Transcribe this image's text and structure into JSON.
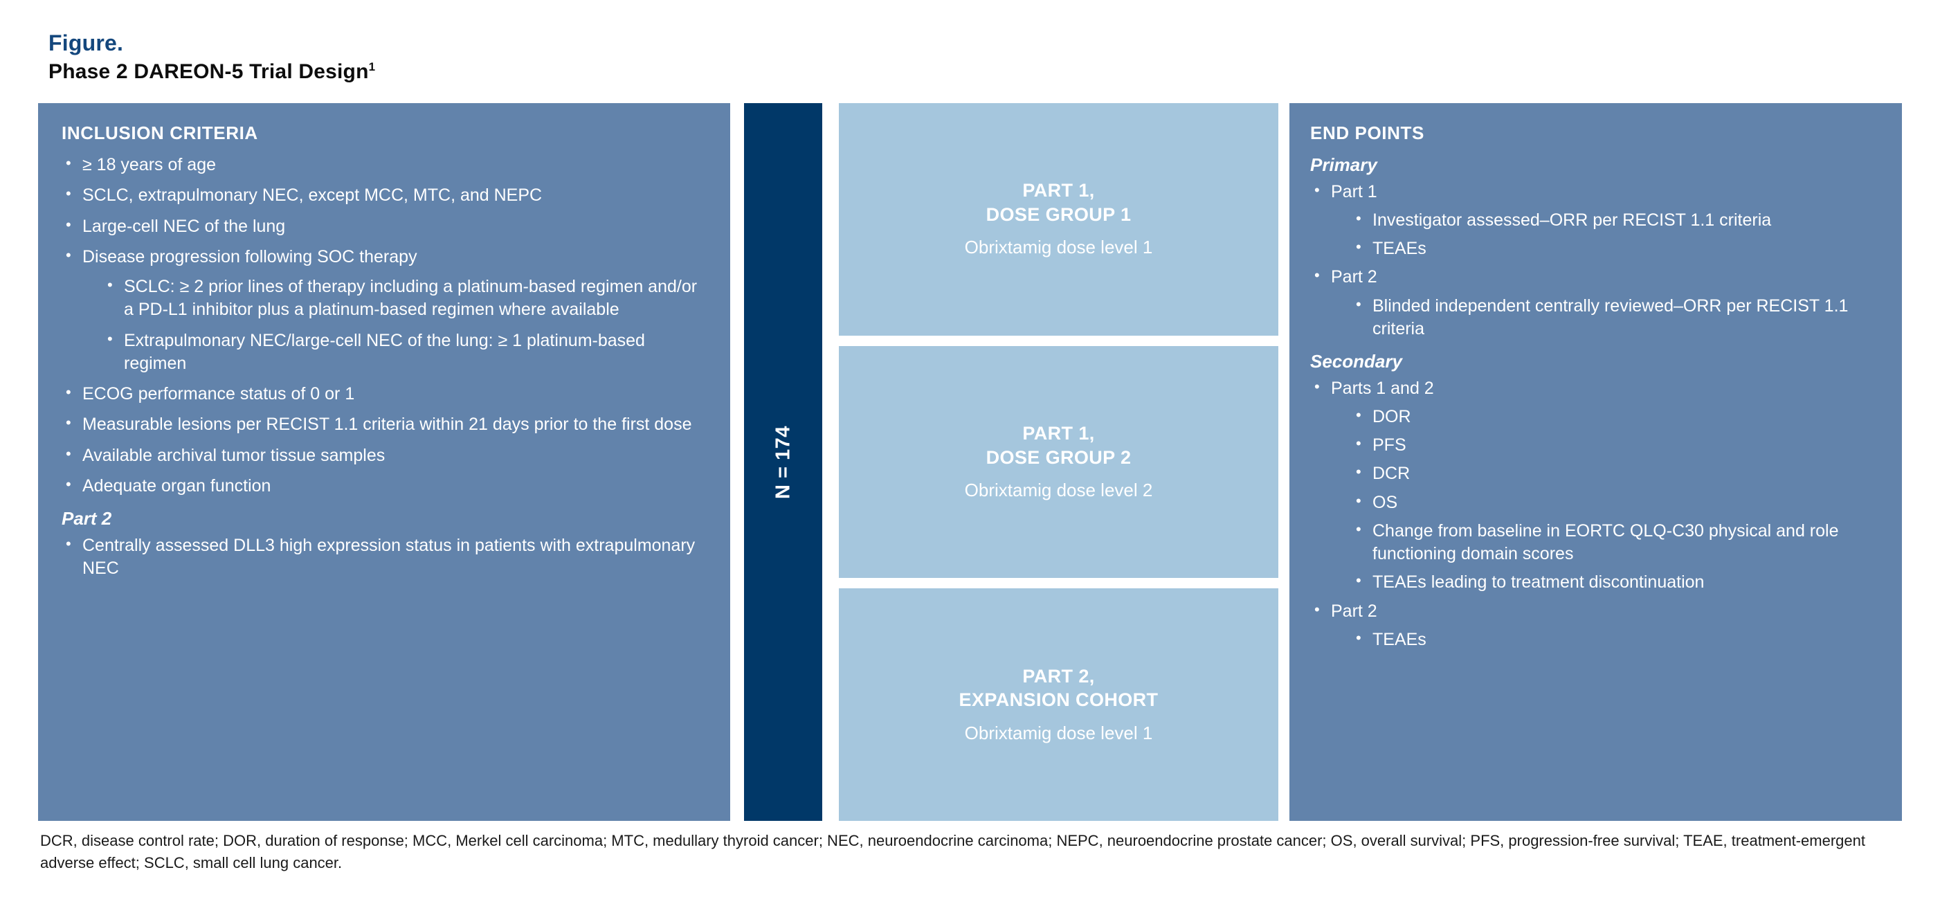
{
  "title": {
    "figure_label": "Figure.",
    "subtitle": "Phase 2 DAREON-5 Trial Design",
    "subtitle_superscript": "1"
  },
  "inclusion_panel": {
    "heading": "INCLUSION CRITERIA",
    "bullets": [
      "≥ 18 years of age",
      "SCLC, extrapulmonary NEC, except MCC, MTC, and NEPC",
      "Large-cell NEC of the lung",
      "Disease progression following SOC therapy"
    ],
    "sub_bullets": [
      "SCLC: ≥ 2 prior lines of therapy including a platinum-based regimen and/or a PD-L1 inhibitor plus a platinum-based regimen where available",
      "Extrapulmonary NEC/large-cell NEC of the lung: ≥ 1 platinum-based regimen"
    ],
    "bullets_after": [
      "ECOG performance status of 0 or 1",
      "Measurable lesions per RECIST 1.1 criteria within 21 days prior to the first dose",
      "Available archival tumor tissue samples",
      "Adequate organ function"
    ],
    "part2_heading": "Part 2",
    "part2_bullets": [
      "Centrally assessed DLL3 high expression status in patients with extrapulmonary NEC"
    ]
  },
  "enrollment": {
    "label": "N = 174"
  },
  "arms": [
    {
      "title": "PART 1,\nDOSE GROUP 1",
      "subtitle": "Obrixtamig dose level 1"
    },
    {
      "title": "PART 1,\nDOSE GROUP 2",
      "subtitle": "Obrixtamig dose level 2"
    },
    {
      "title": "PART 2,\nEXPANSION COHORT",
      "subtitle": "Obrixtamig dose level 1"
    }
  ],
  "endpoints_panel": {
    "heading": "END POINTS",
    "primary_heading": "Primary",
    "primary": [
      {
        "label": "Part 1",
        "children": [
          "Investigator assessed–ORR per RECIST 1.1 criteria",
          "TEAEs"
        ]
      },
      {
        "label": "Part 2",
        "children": [
          "Blinded independent centrally reviewed–ORR per RECIST 1.1 criteria"
        ]
      }
    ],
    "secondary_heading": "Secondary",
    "secondary": [
      {
        "label": "Parts 1 and 2",
        "children": [
          "DOR",
          "PFS",
          "DCR",
          "OS",
          "Change from baseline in EORTC QLQ-C30 physical and role functioning domain scores",
          "TEAEs leading to treatment discontinuation"
        ]
      },
      {
        "label": "Part 2",
        "children": [
          "TEAEs"
        ]
      }
    ]
  },
  "footnote": {
    "text": "DCR, disease control rate; DOR, duration of response; MCC, Merkel cell carcinoma; MTC, medullary thyroid cancer; NEC, neuroendocrine carcinoma; NEPC, neuroendocrine prostate cancer; OS, overall survival; PFS, progression-free survival; TEAE, treatment-emergent adverse effect; SCLC, small cell lung cancer."
  },
  "colors": {
    "figure_label": "#14477d",
    "panel_blue": "#6283ab",
    "bar_dark_blue": "#013868",
    "arm_light_blue": "#a5c6dd"
  }
}
